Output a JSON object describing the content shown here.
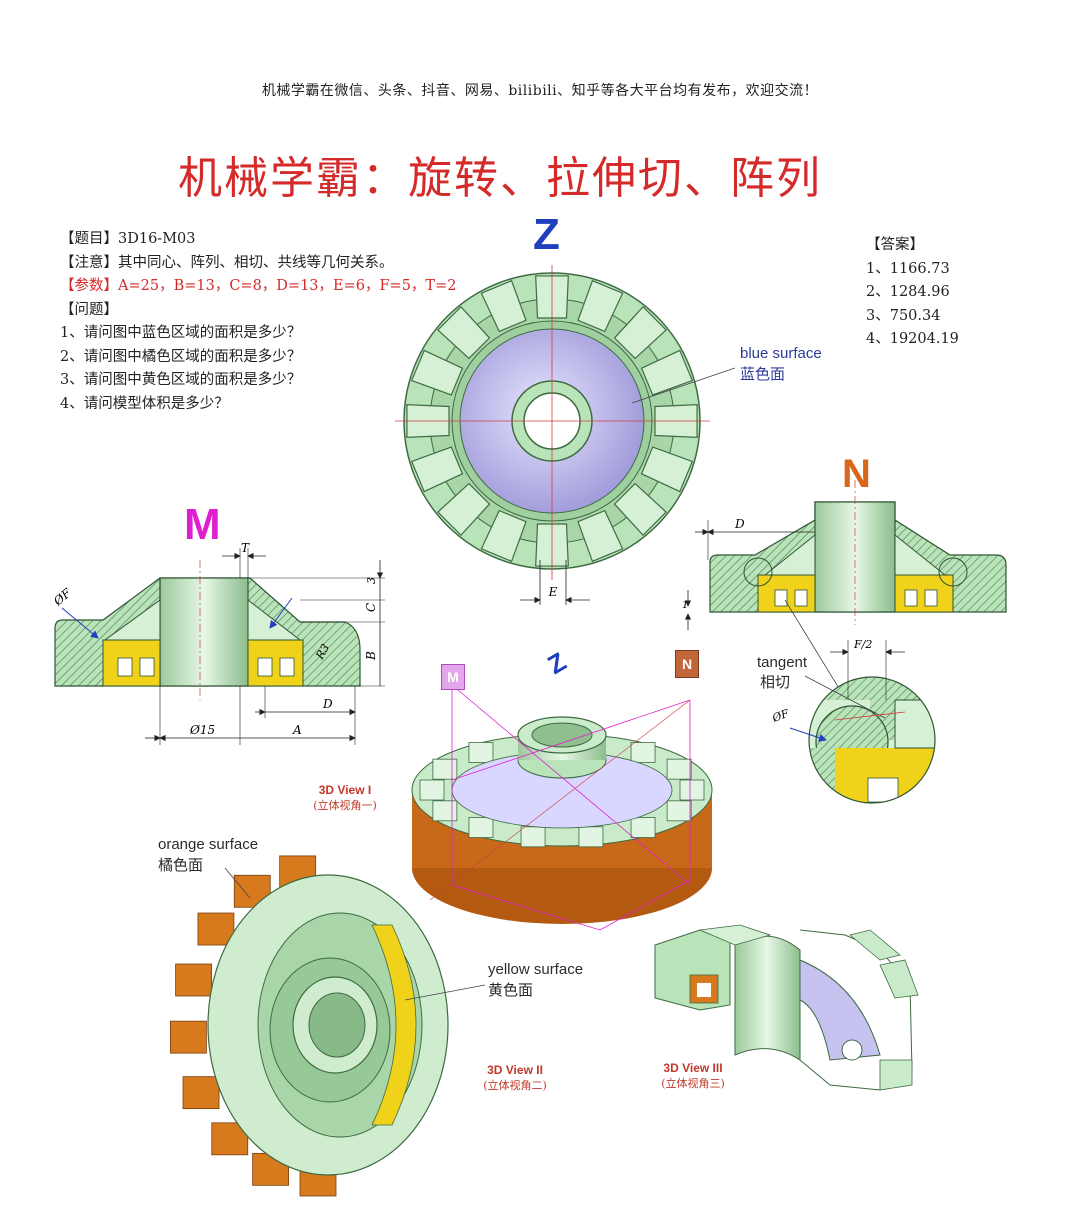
{
  "header": {
    "note": "机械学霸在微信、头条、抖音、网易、bilibili、知乎等各大平台均有发布，欢迎交流！",
    "title": "机械学霸：旋转、拉伸切、阵列"
  },
  "problem": {
    "id_label": "【题目】",
    "id_value": "3D16-M03",
    "note_label": "【注意】",
    "note_value": "其中同心、阵列、相切、共线等几何关系。",
    "params_label": "【参数】",
    "params_value": "A=25，B=13，C=8，D=13，E=6，F=5，T=2",
    "questions_label": "【问题】",
    "questions": [
      "1、请问图中蓝色区域的面积是多少？",
      "2、请问图中橘色区域的面积是多少？",
      "3、请问图中黄色区域的面积是多少？",
      "4、请问模型体积是多少？"
    ]
  },
  "answers": {
    "label": "【答案】",
    "items": [
      "1、1166.73",
      "2、1284.96",
      "3、750.34",
      "4、19204.19"
    ]
  },
  "views": {
    "z_letter": "Z",
    "m_letter": "M",
    "n_letter": "N",
    "view1": {
      "label": "3D View I",
      "sub": "(立体视角一)"
    },
    "view2": {
      "label": "3D View II",
      "sub": "(立体视角二)"
    },
    "view3": {
      "label": "3D View III",
      "sub": "(立体视角三)"
    }
  },
  "callouts": {
    "blue_en": "blue surface",
    "blue_zh": "蓝色面",
    "orange_en": "orange surface",
    "orange_zh": "橘色面",
    "yellow_en": "yellow surface",
    "yellow_zh": "黄色面",
    "tangent_en": "tangent",
    "tangent_zh": "相切"
  },
  "dims": {
    "T": "T",
    "F": "ØF",
    "C": "C",
    "B": "B",
    "R3": "R3",
    "three": "3",
    "phi15": "Ø15",
    "A": "A",
    "D": "D",
    "E": "E",
    "one": "1",
    "F2": "F/2",
    "F_small": "ØF"
  },
  "colors": {
    "green": "#b9e3b9",
    "green_dark": "#5f8f62",
    "blue": "#b8b4e6",
    "orange": "#d77a1e",
    "yellow": "#f0d21a",
    "title_red": "#d42a2a",
    "z_blue": "#1f3fbf",
    "m_magenta": "#e020d0",
    "n_orange": "#d9661a"
  }
}
